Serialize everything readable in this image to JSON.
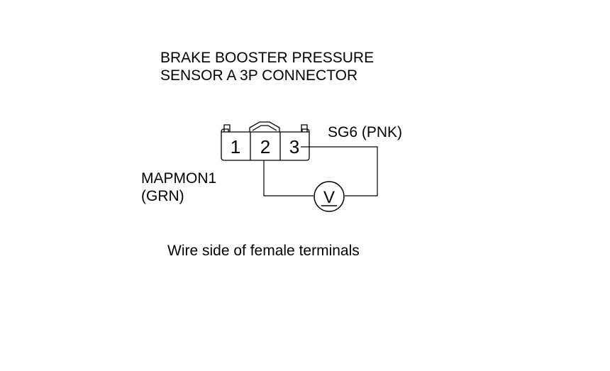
{
  "title": {
    "line1": "BRAKE BOOSTER PRESSURE",
    "line2": "SENSOR A 3P CONNECTOR"
  },
  "connector": {
    "pins": [
      "1",
      "2",
      "3"
    ]
  },
  "wires": {
    "sg6_label": "SG6 (PNK)",
    "mapmon_line1": "MAPMON1",
    "mapmon_line2": "(GRN)"
  },
  "meter": {
    "symbol": "V",
    "icon": "voltmeter-icon"
  },
  "caption": "Wire side of female terminals"
}
